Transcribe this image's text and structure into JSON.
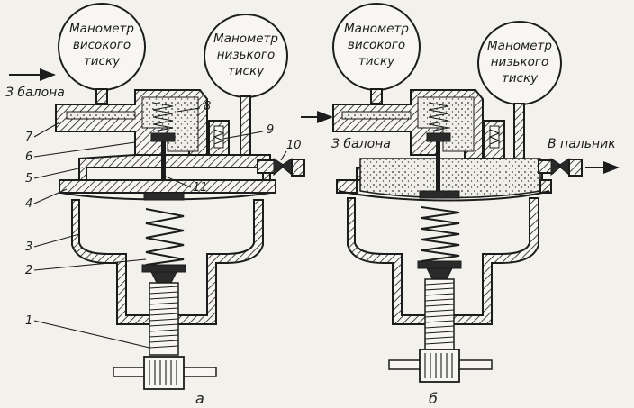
{
  "panel_a": {
    "gauge_high": [
      "Манометр",
      "високого",
      "тиску"
    ],
    "gauge_low": [
      "Манометр",
      "низького",
      "тиску"
    ],
    "inlet_label": "З балона",
    "part_numbers": [
      "1",
      "2",
      "3",
      "4",
      "5",
      "6",
      "7",
      "8",
      "9",
      "10",
      "11"
    ],
    "caption": "а"
  },
  "panel_b": {
    "gauge_high": [
      "Манометр",
      "високого",
      "тиску"
    ],
    "gauge_low": [
      "Манометр",
      "низького",
      "тиску"
    ],
    "inlet_label": "З балона",
    "outlet_label": "В пальник",
    "caption": "б"
  },
  "colors": {
    "ink": "#1c1c1c",
    "paper": "#f3f1ec"
  }
}
